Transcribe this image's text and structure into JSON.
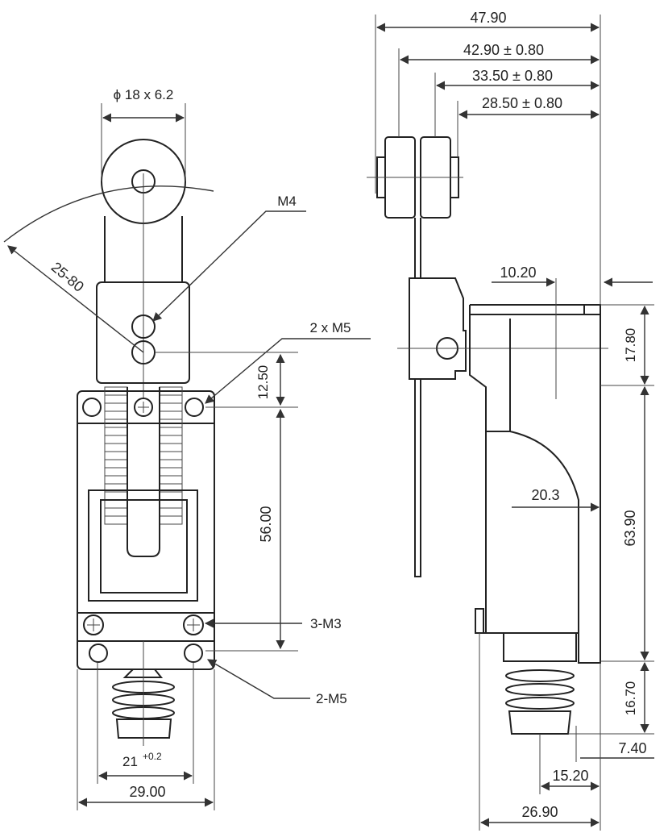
{
  "front_view": {
    "roller_dim": "ϕ 18 x 6.2",
    "arm_length": "25-80",
    "arm_screw": "M4",
    "mount_screws_top": "2 x M5",
    "dim_top": "12.50",
    "dim_mid": "56.00",
    "screws_bottom_1": "3-M3",
    "screws_bottom_2": "2-M5",
    "width_inner_base": "21",
    "width_inner_tol": "+0.2",
    "width_total": "29.00"
  },
  "side_view": {
    "dim_1": "47.90",
    "dim_2": "42.90 ± 0.80",
    "dim_3": "33.50 ± 0.80",
    "dim_4": "28.50 ± 0.80",
    "dim_offset": "10.20",
    "dim_head": "17.80",
    "dim_radius": "20.3",
    "dim_body": "63.90",
    "dim_plunger": "16.70",
    "dim_plunger_w": "7.40",
    "dim_plunger_pos": "15.20",
    "dim_total_w": "26.90"
  },
  "colors": {
    "line": "#333333",
    "background": "#ffffff"
  }
}
